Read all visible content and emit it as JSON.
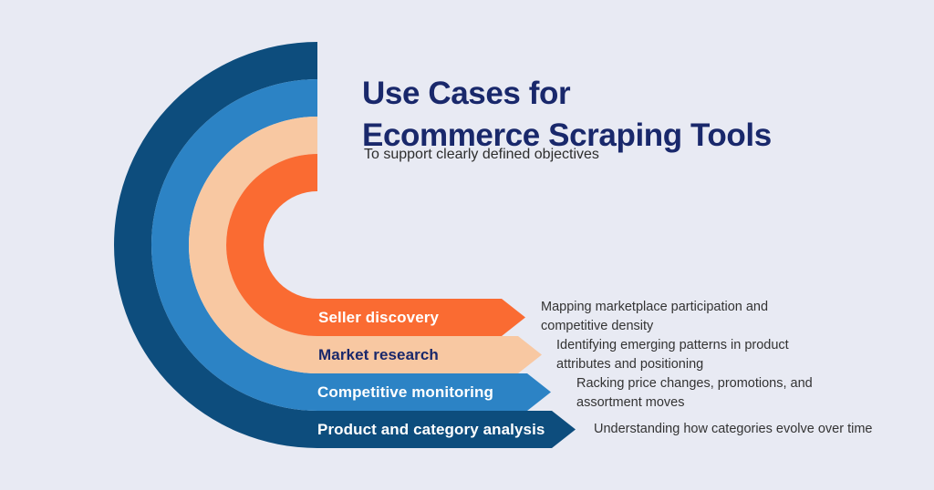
{
  "header": {
    "title_line1": "Use Cases for",
    "title_line2": "Ecommerce Scraping Tools",
    "subtitle": "To support clearly defined objectives"
  },
  "colors": {
    "background": "#e8eaf3",
    "title": "#19286b",
    "subtitle_text": "#2d2d2d",
    "body_text": "#333333"
  },
  "sections": [
    {
      "label": "Seller discovery",
      "color": "#fa6b32",
      "label_color": "#ffffff",
      "desc_lines": [
        "Mapping marketplace participation and",
        "competitive density"
      ]
    },
    {
      "label": "Market research",
      "color": "#f8c8a2",
      "label_color": "#19286b",
      "desc_lines": [
        "Identifying emerging patterns in product",
        "attributes and positioning"
      ]
    },
    {
      "label": "Competitive monitoring",
      "color": "#2c83c5",
      "label_color": "#ffffff",
      "desc_lines": [
        "Racking price changes, promotions, and",
        "assortment moves"
      ]
    },
    {
      "label": "Product and category analysis",
      "color": "#0d4d7d",
      "label_color": "#ffffff",
      "desc_lines": [
        "Understanding how categories evolve over time"
      ]
    }
  ]
}
